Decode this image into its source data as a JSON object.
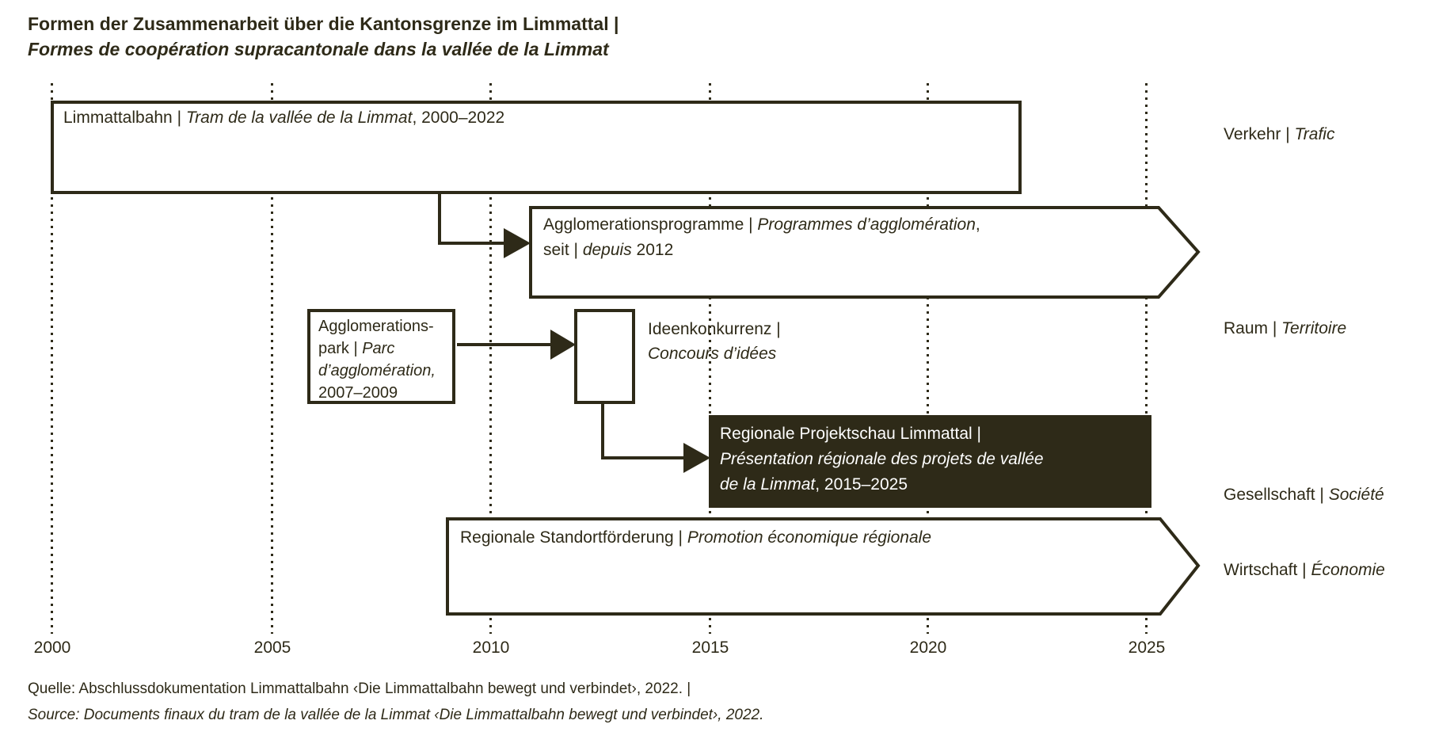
{
  "colors": {
    "ink": "#2e2a18",
    "paper": "#ffffff",
    "highlight_fill": "#2e2a18",
    "highlight_text": "#ffffff"
  },
  "title": {
    "de": "Formen der Zusammenarbeit über die Kantonsgrenze im Limmattal |",
    "fr": "Formes de coopération supracantonale dans la vallée de la Limmat"
  },
  "timeline": {
    "years": [
      "2000",
      "2005",
      "2010",
      "2015",
      "2020",
      "2025"
    ]
  },
  "bars": {
    "limmattalbahn": {
      "de": "Limmattalbahn | ",
      "fr": "Tram de la vallée de la Limmat",
      "suffix": ", 2000–2022"
    },
    "agglomerationsprogramme": {
      "line1_de": "Agglomerationsprogramme | ",
      "line1_fr": "Programmes d’agglomération",
      "line1_suffix": ",",
      "line2_de": "seit | ",
      "line2_fr": "depuis",
      "line2_suffix": " 2012"
    },
    "agglomerationspark": {
      "line1": "Agglomerations-",
      "line2_de": "park | ",
      "line2_fr": "Parc",
      "line3_fr": "d’agglomération,",
      "line4": "2007–2009"
    },
    "ideenkonkurrenz": {
      "de": "Ideenkonkurrenz |",
      "fr": "Concours d’idées"
    },
    "projektschau": {
      "line1": "Regionale Projektschau Limmattal |",
      "line2_fr": "Présentation régionale des projets de vallée",
      "line3_fr": "de la Limmat",
      "line3_suffix": ", 2015–2025"
    },
    "standortfoerderung": {
      "de": "Regionale Standortförderung | ",
      "fr": "Promotion économique régionale"
    }
  },
  "categories": {
    "verkehr": {
      "de": "Verkehr | ",
      "fr": "Trafic"
    },
    "raum": {
      "de": "Raum | ",
      "fr": "Territoire"
    },
    "gesellschaft": {
      "de": "Gesellschaft | ",
      "fr": "Société"
    },
    "wirtschaft": {
      "de": "Wirtschaft | ",
      "fr": "Économie"
    }
  },
  "source": {
    "de": "Quelle: Abschlussdokumentation Limmattalbahn ‹Die Limmattalbahn bewegt und verbindet›, 2022. |",
    "fr": "Source: Documents finaux du tram de la vallée de la Limmat ‹Die Limmattalbahn bewegt und verbindet›, 2022."
  }
}
